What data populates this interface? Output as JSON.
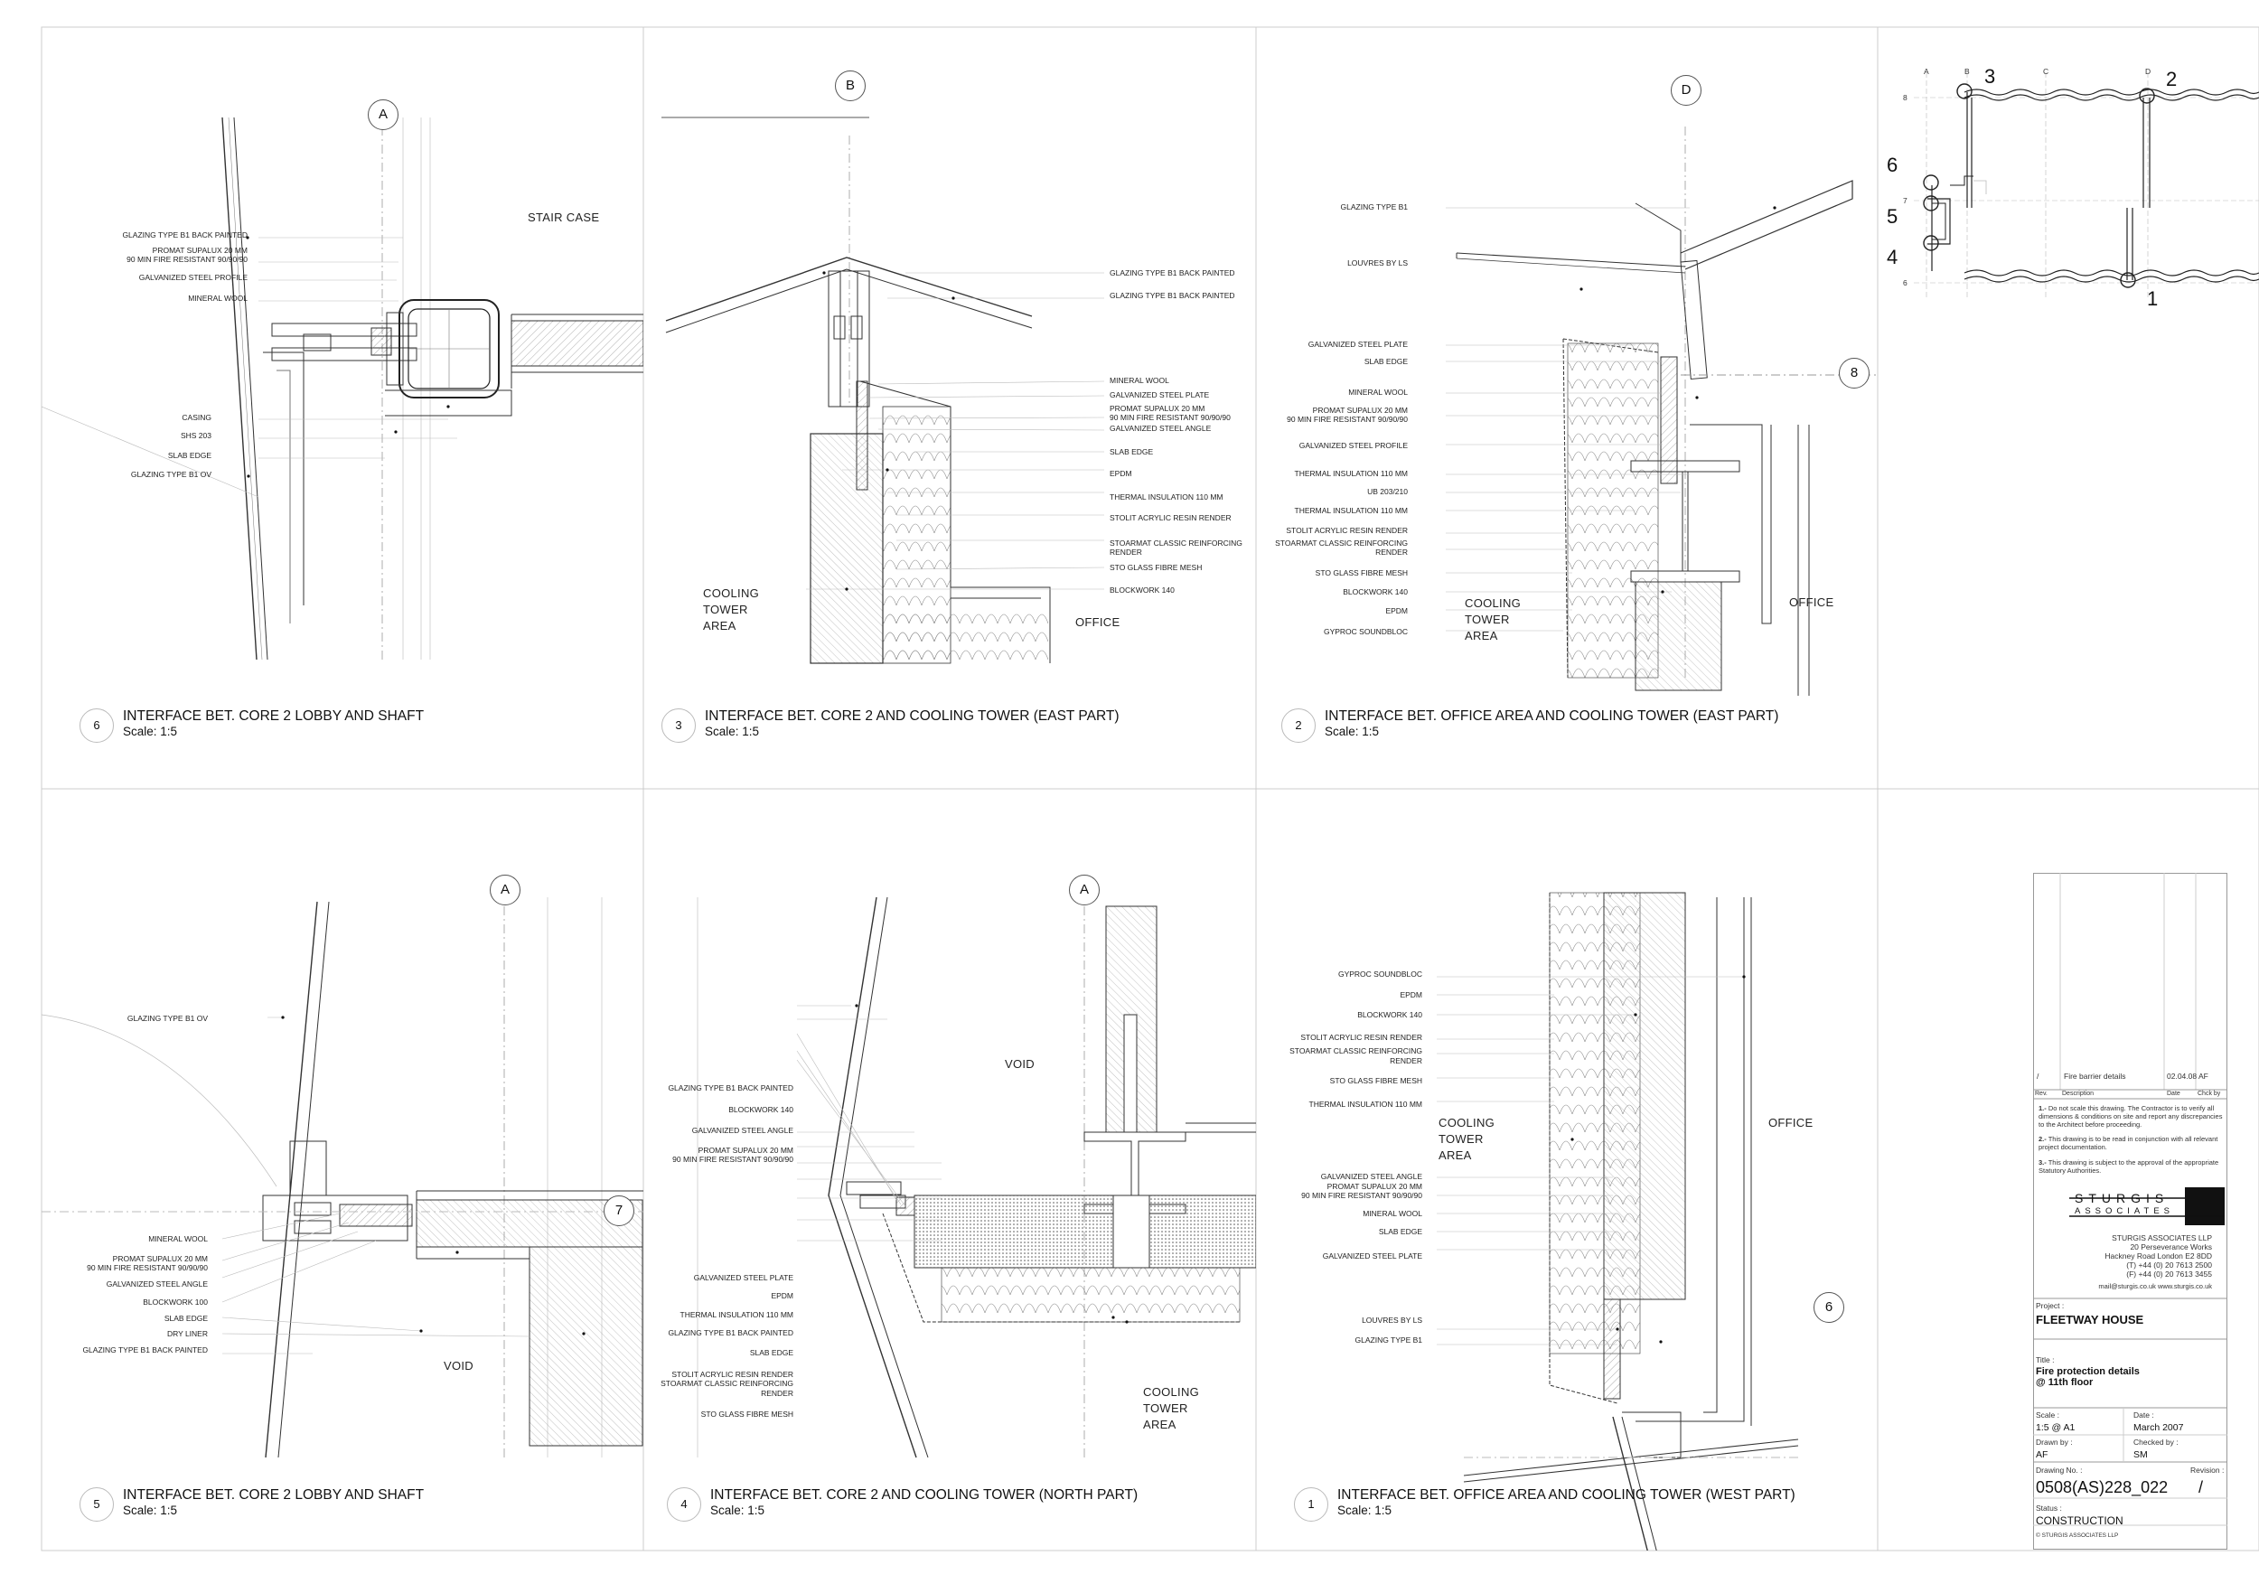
{
  "sheet": {
    "details": [
      {
        "id": "d6",
        "number": "6",
        "title": "INTERFACE BET. CORE 2 LOBBY AND SHAFT",
        "scale": "Scale: 1:5",
        "grid": "A",
        "rooms": [
          "STAIR CASE"
        ],
        "labels": [
          "GLAZING TYPE B1 BACK PAINTED",
          "PROMAT SUPALUX 20 MM",
          "90 MIN FIRE RESISTANT 90/90/90",
          "GALVANIZED STEEL PROFILE",
          "MINERAL WOOL",
          "CASING",
          "SHS 203",
          "SLAB EDGE",
          "GLAZING TYPE B1 OV"
        ]
      },
      {
        "id": "d3",
        "number": "3",
        "title": "INTERFACE BET. CORE 2 AND COOLING TOWER (EAST PART)",
        "scale": "Scale: 1:5",
        "grid": "B",
        "rooms": [
          "COOLING",
          "TOWER",
          "AREA",
          "OFFICE"
        ],
        "labels": [
          "GLAZING TYPE B1 BACK PAINTED",
          "GLAZING TYPE B1 BACK PAINTED",
          "MINERAL WOOL",
          "GALVANIZED STEEL PLATE",
          "PROMAT SUPALUX 20 MM",
          "90 MIN FIRE RESISTANT 90/90/90",
          "GALVANIZED STEEL ANGLE",
          "SLAB EDGE",
          "EPDM",
          "THERMAL INSULATION 110 MM",
          "STOLIT ACRYLIC RESIN RENDER",
          "STOARMAT CLASSIC REINFORCING",
          "RENDER",
          "STO GLASS FIBRE MESH",
          "BLOCKWORK 140"
        ]
      },
      {
        "id": "d2",
        "number": "2",
        "title": "INTERFACE BET. OFFICE AREA AND COOLING TOWER (EAST PART)",
        "scale": "Scale: 1:5",
        "grid": "D",
        "marker": "8",
        "rooms": [
          "COOLING",
          "TOWER",
          "AREA",
          "OFFICE"
        ],
        "labels": [
          "GLAZING TYPE B1",
          "LOUVRES BY LS",
          "GALVANIZED STEEL PLATE",
          "SLAB EDGE",
          "MINERAL WOOL",
          "PROMAT SUPALUX 20 MM",
          "90 MIN FIRE RESISTANT 90/90/90",
          "GALVANIZED STEEL PROFILE",
          "THERMAL INSULATION 110 MM",
          "UB 203/210",
          "THERMAL INSULATION 110 MM",
          "STOLIT ACRYLIC RESIN RENDER",
          "STOARMAT CLASSIC REINFORCING",
          "RENDER",
          "STO GLASS FIBRE MESH",
          "BLOCKWORK 140",
          "EPDM",
          "GYPROC SOUNDBLOC"
        ]
      },
      {
        "id": "d5",
        "number": "5",
        "title": "INTERFACE BET. CORE 2 LOBBY AND SHAFT",
        "scale": "Scale: 1:5",
        "grid": "A",
        "marker": "7",
        "rooms": [
          "VOID"
        ],
        "labels": [
          "GLAZING TYPE B1 OV",
          "MINERAL WOOL",
          "PROMAT SUPALUX 20 MM",
          "90 MIN FIRE RESISTANT 90/90/90",
          "GALVANIZED STEEL ANGLE",
          "BLOCKWORK 100",
          "SLAB EDGE",
          "DRY LINER",
          "GLAZING TYPE B1 BACK PAINTED"
        ]
      },
      {
        "id": "d4",
        "number": "4",
        "title": "INTERFACE BET. CORE 2 AND COOLING TOWER (NORTH PART)",
        "scale": "Scale: 1:5",
        "grid": "A",
        "rooms": [
          "VOID",
          "COOLING",
          "TOWER",
          "AREA"
        ],
        "labels": [
          "GLAZING TYPE B1 BACK PAINTED",
          "BLOCKWORK 140",
          "GALVANIZED STEEL ANGLE",
          "PROMAT SUPALUX 20 MM",
          "90 MIN FIRE RESISTANT 90/90/90",
          "GALVANIZED STEEL PLATE",
          "EPDM",
          "THERMAL INSULATION 110 MM",
          "GLAZING TYPE B1 BACK PAINTED",
          "SLAB EDGE",
          "STOLIT ACRYLIC RESIN RENDER",
          "STOARMAT CLASSIC REINFORCING",
          "RENDER",
          "STO GLASS FIBRE MESH"
        ]
      },
      {
        "id": "d1",
        "number": "1",
        "title": "INTERFACE BET. OFFICE AREA AND COOLING TOWER (WEST PART)",
        "scale": "Scale: 1:5",
        "marker": "6",
        "rooms": [
          "COOLING",
          "TOWER",
          "AREA",
          "OFFICE"
        ],
        "labels": [
          "GYPROC SOUNDBLOC",
          "EPDM",
          "BLOCKWORK 140",
          "STOLIT ACRYLIC RESIN RENDER",
          "STOARMAT CLASSIC REINFORCING",
          "RENDER",
          "STO GLASS FIBRE MESH",
          "THERMAL INSULATION 110 MM",
          "GALVANIZED STEEL ANGLE",
          "PROMAT SUPALUX 20 MM",
          "90 MIN FIRE RESISTANT 90/90/90",
          "MINERAL WOOL",
          "SLAB EDGE",
          "GALVANIZED STEEL PLATE",
          "LOUVRES BY LS",
          "GLAZING TYPE B1"
        ]
      }
    ],
    "keyplan": {
      "grid_letters": [
        "A",
        "B",
        "C",
        "D"
      ],
      "grid_numbers": [
        "8",
        "7",
        "6"
      ],
      "callouts": [
        "3",
        "2",
        "6",
        "5",
        "4",
        "1"
      ]
    },
    "titleblock": {
      "revision_row": {
        "rev": "/",
        "description": "Fire barrier details",
        "date": "02.04.08",
        "check": "AF"
      },
      "revision_headers": {
        "rev": "Rev.",
        "description": "Description",
        "date": "Date",
        "check": "Chck by"
      },
      "notes": [
        {
          "num": "1.-",
          "text": "Do not scale this drawing.  The Contractor is to verify all dimensions & conditions on site and report any discrepancies to the Architect before proceeding."
        },
        {
          "num": "2.-",
          "text": "This drawing is to be read in conjunction with all relevant project documentation."
        },
        {
          "num": "3.-",
          "text": "This drawing is subject to the approval of the appropriate Statutory Authorities."
        }
      ],
      "logo_line1": "STURGIS",
      "logo_line2": "ASSOCIATES",
      "firm": "STURGIS ASSOCIATES LLP",
      "address1": "20 Perseverance Works",
      "address2": "Hackney Road   London   E2 8DD",
      "tel": "(T) +44 (0) 20 7613 2500",
      "fax": "(F) +44 (0) 20 7613 3455",
      "web": "mail@sturgis.co.uk    www.sturgis.co.uk",
      "project_label": "Project :",
      "project": "FLEETWAY HOUSE",
      "title_label": "Title :",
      "title_line1": "Fire protection details",
      "title_line2": "@ 11th floor",
      "scale_label": "Scale :",
      "scale": "1:5 @ A1",
      "date_label": "Date :",
      "date": "March 2007",
      "drawn_label": "Drawn by :",
      "drawn": "AF",
      "checked_label": "Checked by :",
      "checked": "SM",
      "drawing_no_label": "Drawing No. :",
      "revision_label": "Revision :",
      "drawing_no": "0508(AS)228_022",
      "revision": "/",
      "status_label": "Status :",
      "status": "CONSTRUCTION",
      "copyright": "© STURGIS ASSOCIATES LLP"
    }
  }
}
